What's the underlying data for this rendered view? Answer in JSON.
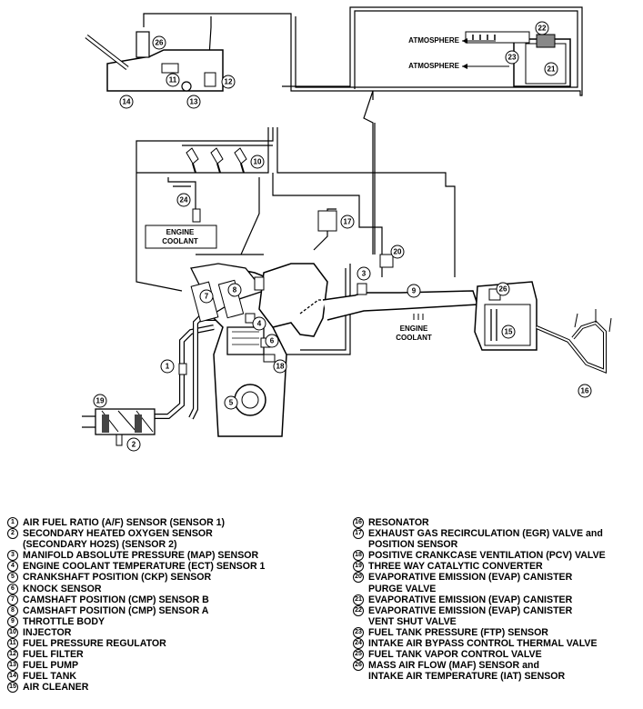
{
  "diagram": {
    "callouts": [
      "1",
      "2",
      "3",
      "4",
      "5",
      "6",
      "7",
      "8",
      "9",
      "10",
      "11",
      "12",
      "13",
      "14",
      "15",
      "16",
      "17",
      "18",
      "19",
      "20",
      "21",
      "22",
      "23",
      "24",
      "26",
      "26"
    ],
    "labels": {
      "atmosphere_top": "ATMOSPHERE",
      "atmosphere_bottom": "ATMOSPHERE",
      "engine_coolant_left_1": "ENGINE",
      "engine_coolant_left_2": "COOLANT",
      "engine_coolant_mid_1": "ENGINE",
      "engine_coolant_mid_2": "COOLANT"
    }
  },
  "legend": {
    "left": [
      {
        "num": "1",
        "text": "AIR FUEL RATIO (A/F) SENSOR (SENSOR 1)"
      },
      {
        "num": "2",
        "text": "SECONDARY HEATED OXYGEN SENSOR\n(SECONDARY HO2S) (SENSOR 2)"
      },
      {
        "num": "3",
        "text": "MANIFOLD ABSOLUTE PRESSURE (MAP) SENSOR"
      },
      {
        "num": "4",
        "text": "ENGINE COOLANT TEMPERATURE (ECT) SENSOR 1"
      },
      {
        "num": "5",
        "text": "CRANKSHAFT POSITION (CKP) SENSOR"
      },
      {
        "num": "6",
        "text": "KNOCK SENSOR"
      },
      {
        "num": "7",
        "text": "CAMSHAFT POSITION (CMP) SENSOR B"
      },
      {
        "num": "8",
        "text": "CAMSHAFT POSITION (CMP) SENSOR A"
      },
      {
        "num": "9",
        "text": "THROTTLE BODY"
      },
      {
        "num": "10",
        "text": "INJECTOR"
      },
      {
        "num": "11",
        "text": "FUEL PRESSURE REGULATOR"
      },
      {
        "num": "12",
        "text": "FUEL FILTER"
      },
      {
        "num": "13",
        "text": "FUEL PUMP"
      },
      {
        "num": "14",
        "text": "FUEL TANK"
      },
      {
        "num": "15",
        "text": "AIR CLEANER"
      }
    ],
    "right": [
      {
        "num": "16",
        "text": "RESONATOR"
      },
      {
        "num": "17",
        "text": "EXHAUST GAS RECIRCULATION (EGR) VALVE and\nPOSITION SENSOR"
      },
      {
        "num": "18",
        "text": "POSITIVE CRANKCASE VENTILATION (PCV) VALVE"
      },
      {
        "num": "19",
        "text": "THREE WAY CATALYTIC CONVERTER"
      },
      {
        "num": "20",
        "text": "EVAPORATIVE EMISSION (EVAP) CANISTER\nPURGE VALVE"
      },
      {
        "num": "21",
        "text": "EVAPORATIVE EMISSION (EVAP) CANISTER"
      },
      {
        "num": "22",
        "text": "EVAPORATIVE EMISSION (EVAP) CANISTER\nVENT SHUT VALVE"
      },
      {
        "num": "23",
        "text": "FUEL TANK PRESSURE (FTP) SENSOR"
      },
      {
        "num": "24",
        "text": "INTAKE AIR BYPASS CONTROL THERMAL VALVE"
      },
      {
        "num": "25",
        "text": "FUEL TANK VAPOR CONTROL VALVE"
      },
      {
        "num": "26",
        "text": "MASS AIR FLOW (MAF) SENSOR and\nINTAKE AIR TEMPERATURE (IAT) SENSOR"
      }
    ]
  }
}
